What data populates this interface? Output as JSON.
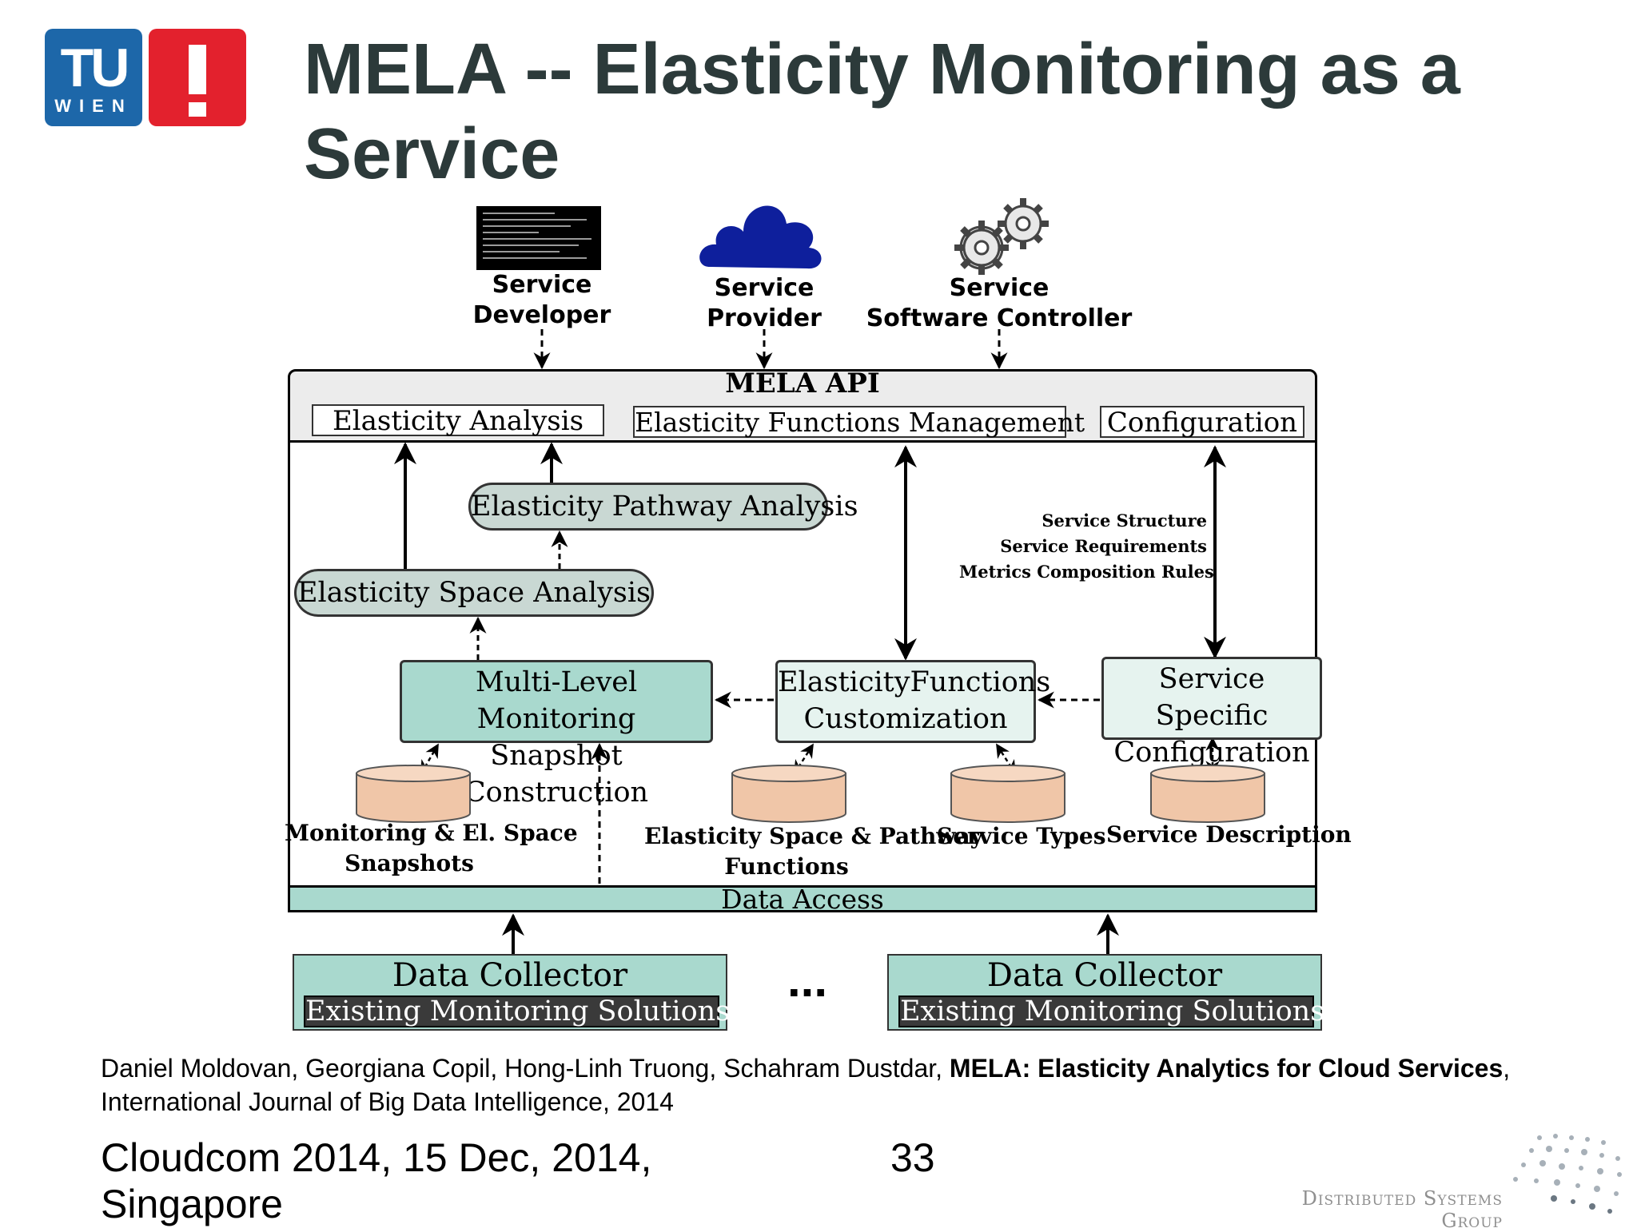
{
  "title": "MELA -- Elasticity Monitoring as a Service",
  "logo": {
    "tu": "TU",
    "wien": "WIEN",
    "exclamation": "!"
  },
  "actors": [
    {
      "name": "Service Developer",
      "line1": "Service",
      "line2": "Developer",
      "icon": "code-screen-icon"
    },
    {
      "name": "Service Provider",
      "line1": "Service",
      "line2": "Provider",
      "icon": "cloud-icon"
    },
    {
      "name": "Service Software Controller",
      "line1": "Service",
      "line2": "Software Controller",
      "icon": "gears-icon"
    }
  ],
  "mela_api": {
    "title": "MELA  API",
    "boxes": [
      "Elasticity Analysis",
      "Elasticity Functions Management",
      "Configuration"
    ]
  },
  "analysis": {
    "pathway": "Elasticity Pathway Analysis",
    "space": "Elasticity Space Analysis"
  },
  "modules": {
    "monitoring": {
      "line1": "Multi-Level Monitoring",
      "line2": "Snapshot Construction"
    },
    "functions": {
      "line1": "ElasticityFunctions",
      "line2": "Customization"
    },
    "config": {
      "line1": "Service Specific",
      "line2": "Configuration"
    }
  },
  "config_inputs": [
    "Service Structure",
    "Service Requirements",
    "Metrics Composition Rules"
  ],
  "stores": [
    {
      "line1": "Monitoring & El. Space",
      "line2": "Snapshots"
    },
    {
      "line1": "Elasticity Space & Pathway",
      "line2": "Functions"
    },
    {
      "line1": "Service Types",
      "line2": ""
    },
    {
      "line1": "Service Description",
      "line2": ""
    }
  ],
  "data_access": "Data Access",
  "collectors": [
    {
      "title": "Data Collector",
      "inner": "Existing Monitoring  Solutions"
    },
    {
      "title": "Data Collector",
      "inner": "Existing Monitoring  Solutions"
    }
  ],
  "ellipsis": "...",
  "citation": {
    "authors": "Daniel Moldovan, Georgiana Copil, Hong-Linh Truong, Schahram Dustdar, ",
    "paper_title": "MELA: Elasticity Analytics for Cloud Services",
    "comma": ",",
    "venue": "International Journal of Big Data Intelligence, 2014"
  },
  "footer": {
    "line1": "Cloudcom 2014, 15 Dec, 2014,",
    "line2": "Singapore",
    "page": "33",
    "group": "Distributed Systems Group"
  },
  "colors": {
    "tu_blue": "#1d67a9",
    "tu_red": "#e3212d",
    "module_teal": "#a9d9ce",
    "module_light": "#e6f3ef",
    "analysis_gray": "#c9d8d3",
    "store_peach": "#f0c6a8",
    "provider_blue": "#0e1f9c"
  }
}
